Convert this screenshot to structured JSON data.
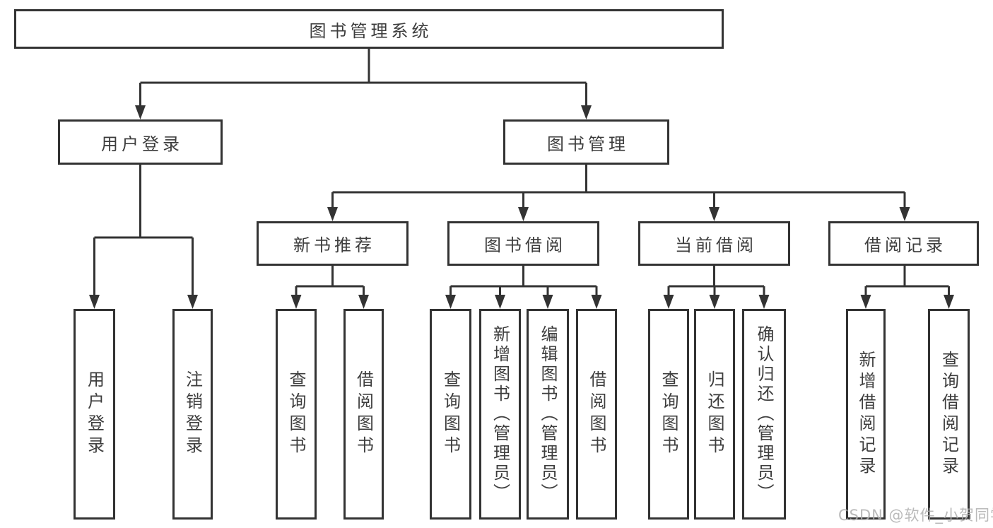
{
  "diagram": {
    "root": "图书管理系统",
    "level2": [
      "用户登录",
      "图书管理"
    ],
    "level3": [
      "新书推荐",
      "图书借阅",
      "当前借阅",
      "借阅记录"
    ],
    "leaves_login": [
      "用户登录",
      "注销登录"
    ],
    "leaves_recommend": [
      "查询图书",
      "借阅图书"
    ],
    "leaves_borrow": [
      "查询图书",
      "新增图书（管理员）",
      "编辑图书（管理员）",
      "借阅图书"
    ],
    "leaves_current": [
      "查询图书",
      "归还图书",
      "确认归还（管理员）"
    ],
    "leaves_records": [
      "新增借阅记录",
      "查询借阅记录"
    ]
  },
  "watermark": {
    "text": "CSDN @软件_小贺同学"
  },
  "colors": {
    "line": "#333333",
    "box_border": "#333333",
    "text": "#3d3d3d",
    "watermark": "#aeaeae",
    "background": "#ffffff"
  }
}
